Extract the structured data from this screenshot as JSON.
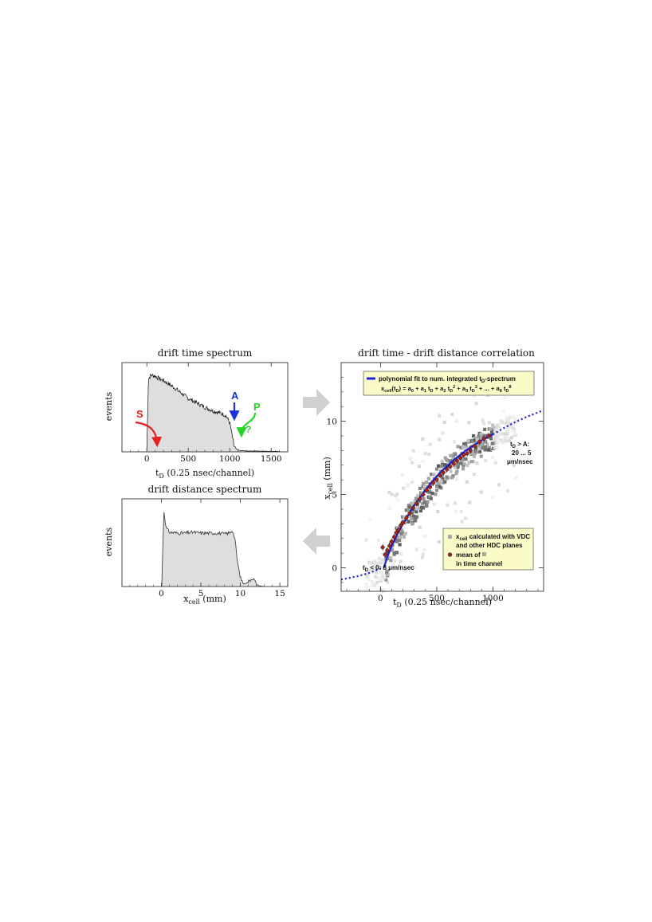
{
  "colors": {
    "hist_fill": "#dedede",
    "fit_line": "#1f1fd6",
    "arrow_S": "#e82020",
    "arrow_A": "#1c2fd8",
    "arrow_P": "#28d428",
    "marker": "#b02018",
    "legend_bg": "#fbfbc8",
    "big_arrow": "#d0d0d0"
  },
  "chart_data": [
    {
      "id": "time",
      "type": "area",
      "title": "drift time spectrum",
      "xlabel": "t",
      "xlabel_sub": "D",
      "xlabel_rest": "  (0.25 nsec/channel)",
      "ylabel": "events",
      "xlim": [
        -300,
        1700
      ],
      "ylim": [
        0,
        1
      ],
      "xticks": [
        0,
        500,
        1000,
        1500
      ],
      "xtick_labels": [
        "0",
        "500",
        "1000",
        "1500"
      ],
      "x": [
        0,
        20,
        50,
        100,
        150,
        200,
        300,
        400,
        500,
        600,
        700,
        800,
        900,
        950,
        1000,
        1030,
        1050,
        1080,
        1120,
        1200,
        1400,
        1600
      ],
      "y": [
        0.02,
        0.82,
        0.86,
        0.85,
        0.82,
        0.8,
        0.74,
        0.67,
        0.6,
        0.55,
        0.5,
        0.46,
        0.43,
        0.41,
        0.33,
        0.18,
        0.07,
        0.03,
        0.015,
        0.01,
        0.008,
        0.005
      ],
      "annotations": {
        "S": "S",
        "A": "A",
        "P": "P",
        "q": "?"
      }
    },
    {
      "id": "distance",
      "type": "area",
      "title": "drift distance spectrum",
      "xlabel": "x",
      "xlabel_sub": "cell",
      "xlabel_rest": "  (mm)",
      "ylabel": "events",
      "xlim": [
        -5,
        16
      ],
      "ylim": [
        0,
        1
      ],
      "xticks": [
        0,
        5,
        10,
        15
      ],
      "xtick_labels": [
        "0",
        "5",
        "10",
        "15"
      ],
      "x": [
        0.05,
        0.3,
        0.6,
        1,
        2,
        3,
        4,
        5,
        6,
        7,
        8,
        8.6,
        9.0,
        9.3,
        9.6,
        10.0,
        10.4,
        10.8,
        11.2,
        11.5,
        11.8,
        12.1,
        12.5,
        13
      ],
      "y": [
        0.02,
        0.87,
        0.67,
        0.62,
        0.61,
        0.61,
        0.62,
        0.61,
        0.61,
        0.61,
        0.6,
        0.61,
        0.64,
        0.55,
        0.3,
        0.1,
        0.03,
        0.04,
        0.07,
        0.1,
        0.07,
        0.02,
        0.005,
        0
      ]
    },
    {
      "id": "correlation",
      "type": "scatter",
      "title": "drift time - drift distance correlation",
      "xlabel": "t",
      "xlabel_sub": "D",
      "xlabel_rest": "  (0.25 nsec/channel)",
      "ylabel": "x",
      "ylabel_sub": "cell",
      "ylabel_rest": "  (mm)",
      "xlim": [
        -350,
        1450
      ],
      "ylim": [
        -1.6,
        14
      ],
      "xticks": [
        0,
        500,
        1000
      ],
      "xtick_labels": [
        "0",
        "500",
        "1000"
      ],
      "yticks": [
        0,
        5,
        10
      ],
      "ytick_labels": [
        "0",
        "5",
        "10"
      ],
      "mean_points": {
        "x": [
          20,
          40,
          60,
          80,
          100,
          120,
          140,
          160,
          180,
          200,
          230,
          260,
          290,
          320,
          350,
          380,
          410,
          440,
          470,
          500,
          530,
          560,
          590,
          620,
          650,
          680,
          710,
          740,
          770,
          800,
          840,
          880,
          920,
          960
        ],
        "y": [
          1.4,
          0.9,
          1.2,
          1.5,
          1.8,
          2.1,
          2.4,
          2.6,
          2.9,
          3.1,
          3.4,
          3.7,
          4.1,
          4.4,
          4.7,
          5.0,
          5.3,
          5.5,
          5.8,
          6.0,
          6.3,
          6.5,
          6.7,
          6.9,
          7.1,
          7.3,
          7.5,
          7.7,
          7.8,
          8.0,
          8.3,
          8.6,
          8.8,
          9.0
        ]
      },
      "fit_curve": {
        "x": [
          30,
          60,
          100,
          150,
          200,
          250,
          300,
          350,
          400,
          450,
          500,
          550,
          600,
          650,
          700,
          750,
          800,
          850,
          900,
          950,
          1000
        ],
        "y": [
          0.0,
          0.75,
          1.5,
          2.3,
          3.0,
          3.65,
          4.25,
          4.8,
          5.3,
          5.8,
          6.25,
          6.65,
          7.0,
          7.35,
          7.65,
          7.95,
          8.2,
          8.45,
          8.7,
          8.9,
          9.1
        ]
      },
      "extrapolation_neg": {
        "x": [
          -350,
          -200,
          -100,
          0,
          30
        ],
        "y": [
          -0.8,
          -0.56,
          -0.35,
          -0.05,
          0
        ]
      },
      "extrapolation_pos": {
        "x": [
          1000,
          1100,
          1200,
          1300,
          1450
        ],
        "y": [
          9.1,
          9.55,
          9.95,
          10.3,
          10.75
        ]
      },
      "legend_top": {
        "line1": "polynomial fit to num. integrated t",
        "line1_sub": "D",
        "line1_end": "-spectrum",
        "formula": "x",
        "formula_sub": "cell",
        "formula_rest": "(t",
        "formula_rest_sub": "D",
        "formula_tail": ") = a",
        "f_a0": "0",
        "f_p1": " + a",
        "f_a1": "1",
        "f_t1": " t",
        "f_d1": "D",
        "f_p2": " + a",
        "f_a2": "2",
        "f_t2": " t",
        "f_d2": "D",
        "f_e2": "2",
        "f_p3": " + a",
        "f_a3": "3",
        "f_t3": " t",
        "f_d3": "D",
        "f_e3": "3",
        "f_dots": " + ... + a",
        "f_a8": "8",
        "f_t8": " t",
        "f_d8": "D",
        "f_e8": "8"
      },
      "legend_bottom": {
        "item1_a": "x",
        "item1_sub": "cell",
        "item1_b": " calculated with VDC",
        "item1_c": "and other HDC planes",
        "item2_a": "mean of",
        "item2_b": "in time channel"
      },
      "annotation_right_a": "t",
      "annotation_right_sub": "D",
      "annotation_right_b": " > A:",
      "annotation_right_c": "20 ... 5",
      "annotation_right_d": "μm/nsec",
      "annotation_left_a": "t",
      "annotation_left_sub": "D",
      "annotation_left_b": " < 0:  8 μm/nsec"
    }
  ]
}
